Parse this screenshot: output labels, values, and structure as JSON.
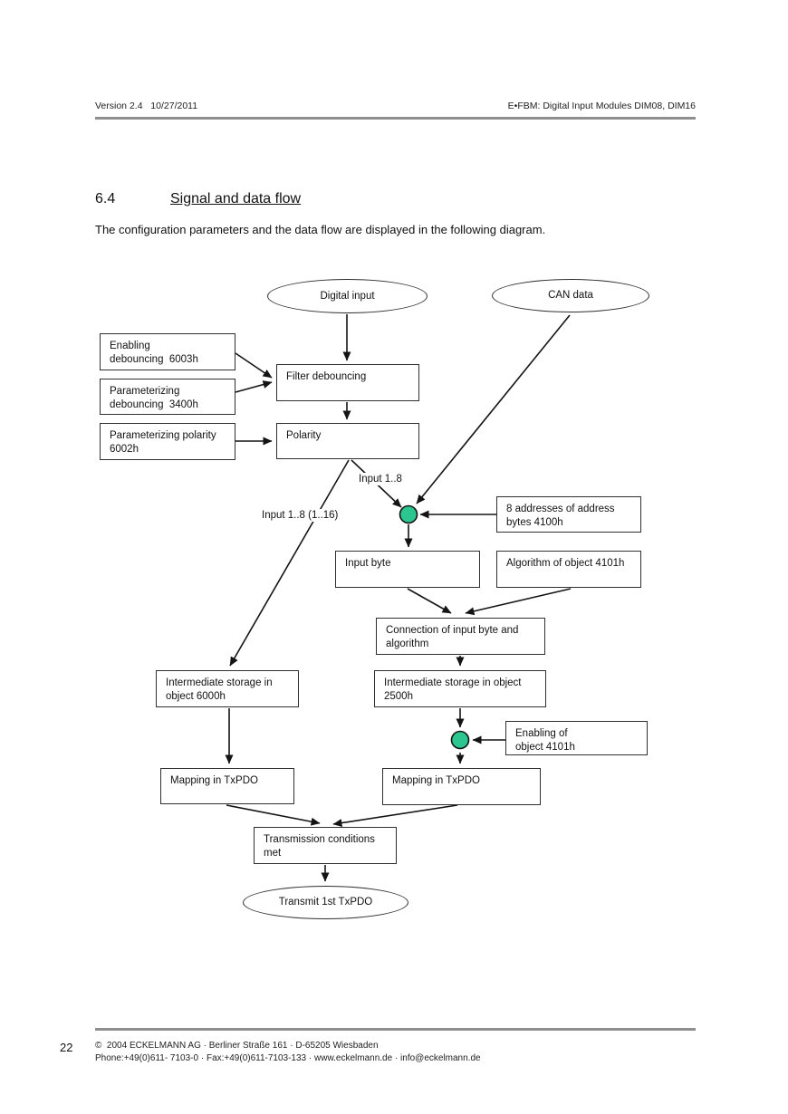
{
  "header": {
    "left": "Version 2.4   10/27/2011",
    "right": "E•FBM: Digital Input Modules DIM08, DIM16"
  },
  "section": {
    "number": "6.4",
    "title": "Signal and data flow"
  },
  "intro": "The configuration parameters and the data flow are displayed in the following diagram.",
  "diagram": {
    "type": "flowchart",
    "colors": {
      "junction_fill": "#2cc690",
      "line": "#141414",
      "node_border": "#2f2f2f"
    },
    "nodes": {
      "digital_input": "Digital input",
      "can_data": "CAN data",
      "enabling_debouncing": "Enabling\ndebouncing  6003h",
      "param_debouncing": "Parameterizing\ndebouncing  3400h",
      "param_polarity": "Parameterizing polarity\n6002h",
      "filter_debouncing": "Filter debouncing",
      "polarity": "Polarity",
      "addresses": "8 addresses of address\nbytes 4100h",
      "input_byte": "Input byte",
      "algorithm": "Algorithm of object 4101h",
      "connection": "Connection of input byte and\nalgorithm",
      "storage_6000": "Intermediate storage in\nobject 6000h",
      "storage_2500": "Intermediate storage in object\n2500h",
      "enabling_4101": "Enabling of\nobject 4101h",
      "mapping_left": "Mapping in TxPDO",
      "mapping_right": "Mapping in TxPDO",
      "transmission": "Transmission conditions\nmet",
      "transmit": "Transmit 1st TxPDO"
    },
    "edge_labels": {
      "input_1_8": "Input 1..8",
      "input_1_8_1_16": "Input 1..8 (1..16)"
    }
  },
  "footer": {
    "page_number": "22",
    "line1": "©  2004 ECKELMANN AG · Berliner Straße 161 · D-65205 Wiesbaden",
    "line2": "Phone:+49(0)611- 7103-0 · Fax:+49(0)611-7103-133 · www.eckelmann.de · info@eckelmann.de"
  }
}
